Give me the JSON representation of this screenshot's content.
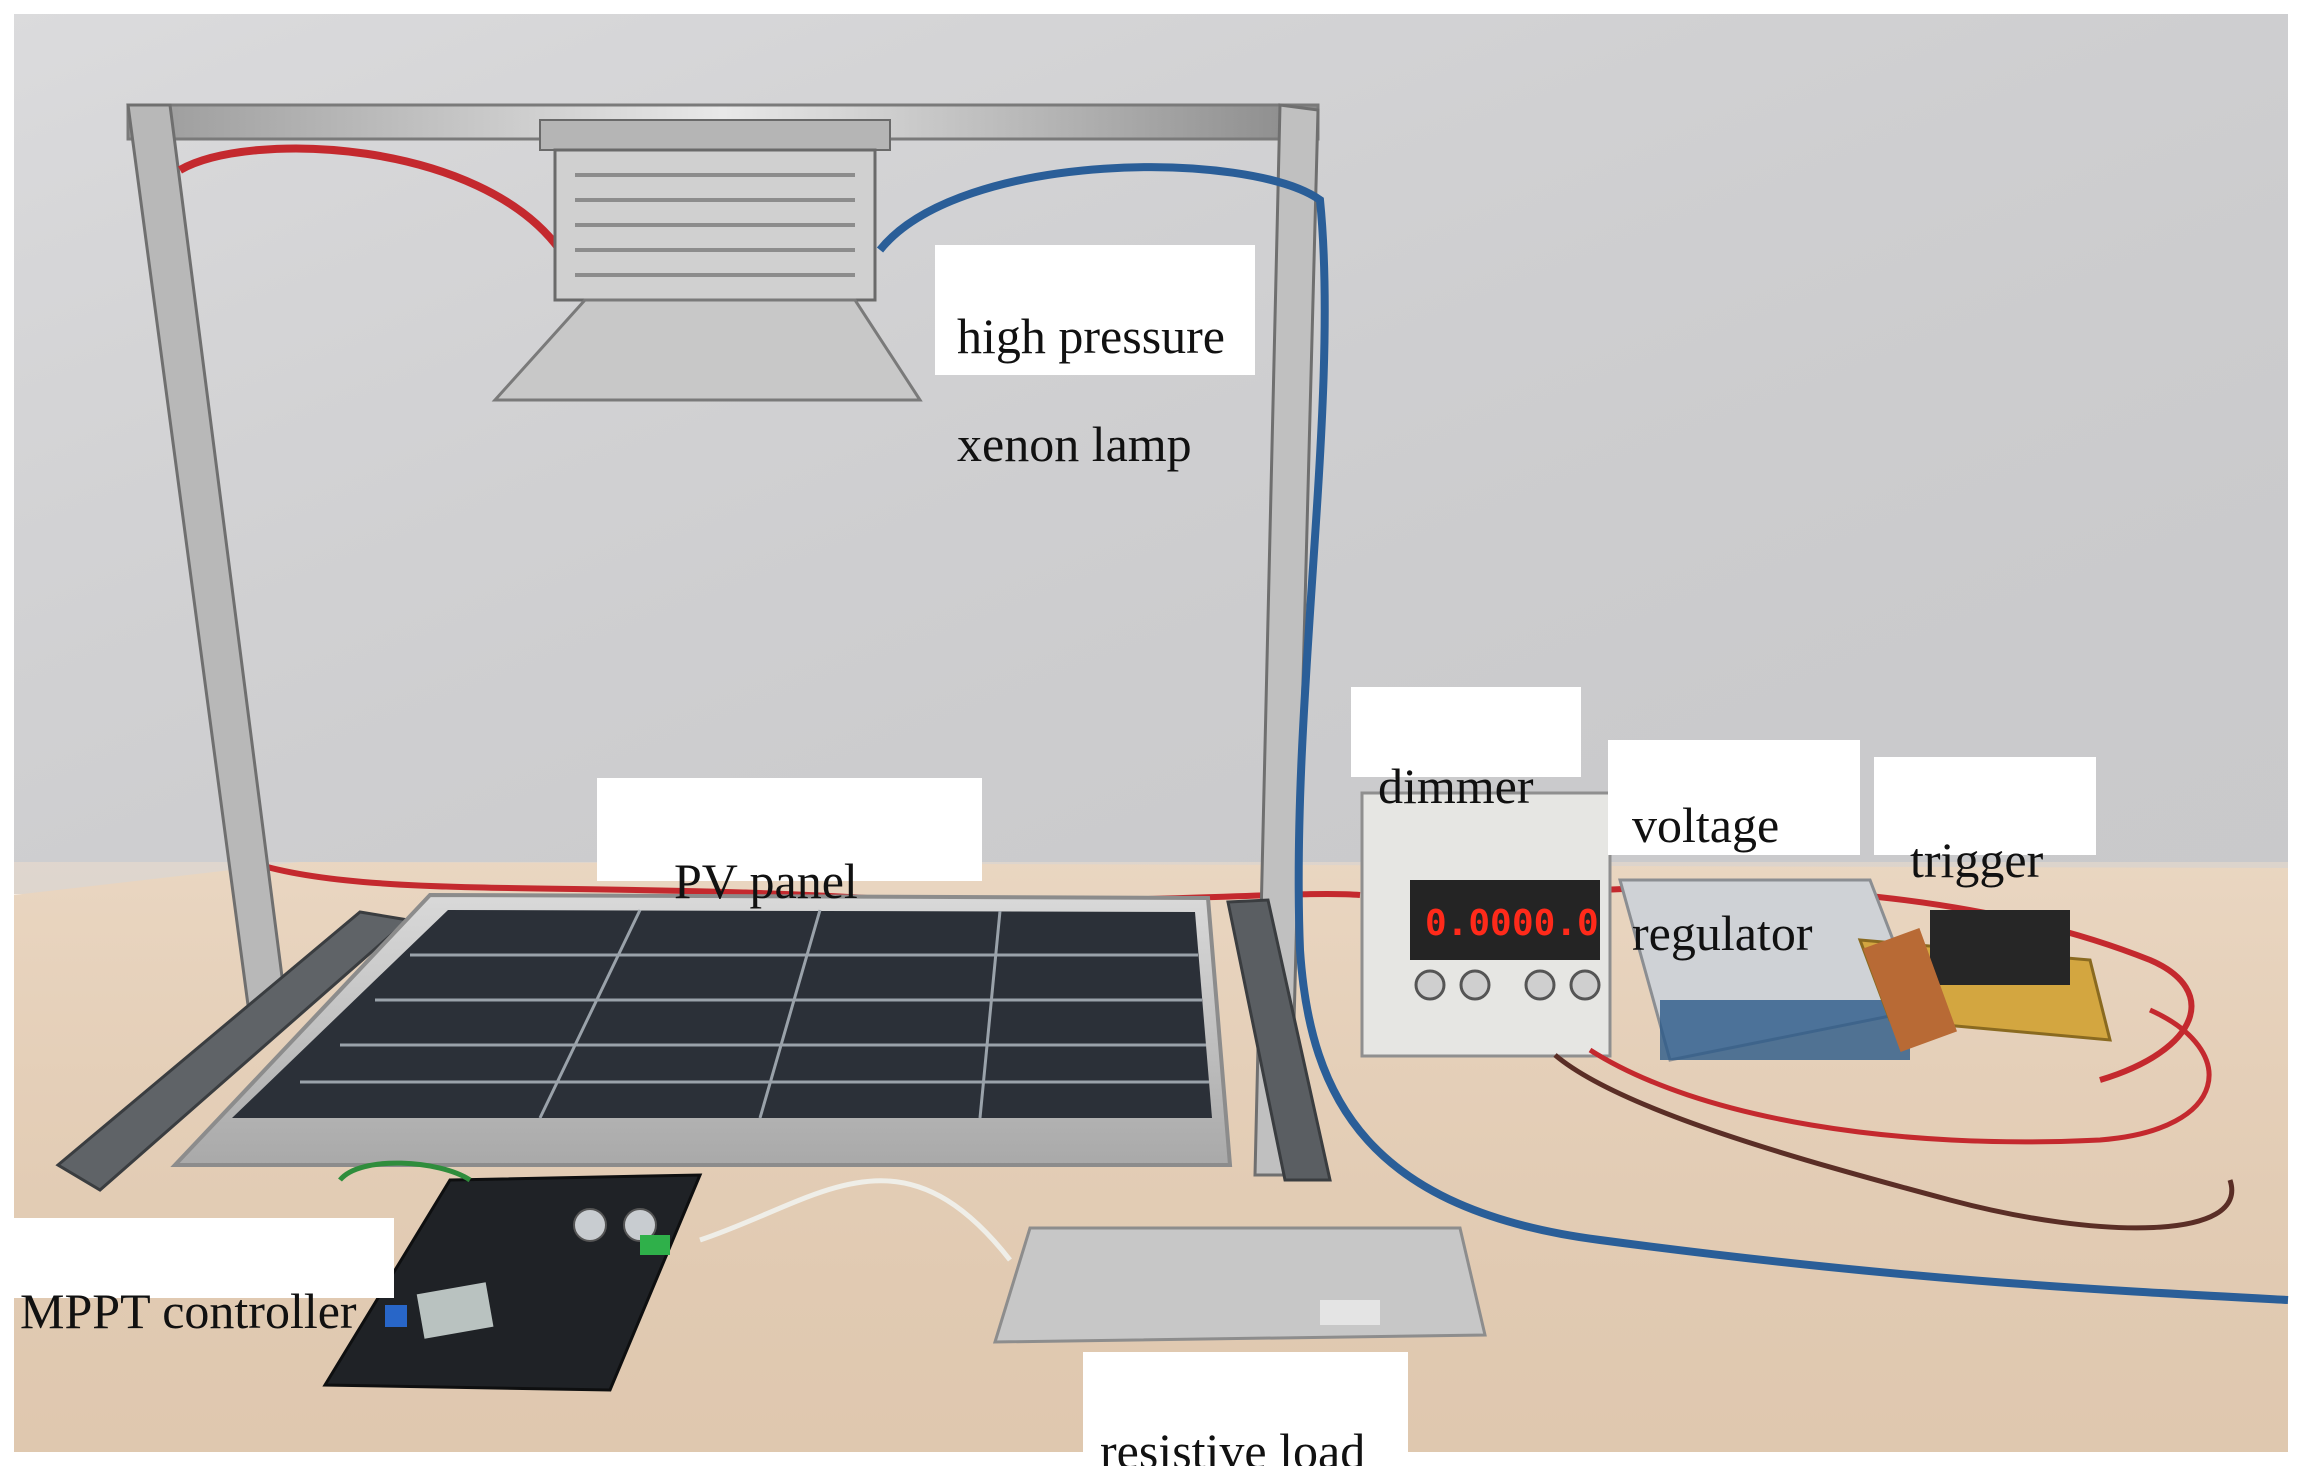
{
  "figure": {
    "labels": {
      "lamp": [
        "high pressure",
        "xenon lamp"
      ],
      "pv_panel": "PV panel",
      "dimmer": "dimmer",
      "voltage_regulator": [
        "voltage",
        "regulator"
      ],
      "trigger": "trigger",
      "mppt_controller": "MPPT controller",
      "resistive_load": "resistive load"
    },
    "dimmer_display": {
      "left": "0.00",
      "right": "00.0"
    }
  },
  "colors": {
    "wall": "#d7d7d8",
    "table": "#e2ccb4",
    "red_wire": "#c4292e",
    "blue_wire": "#2a5e98",
    "display_led": "#ff2a1a"
  }
}
